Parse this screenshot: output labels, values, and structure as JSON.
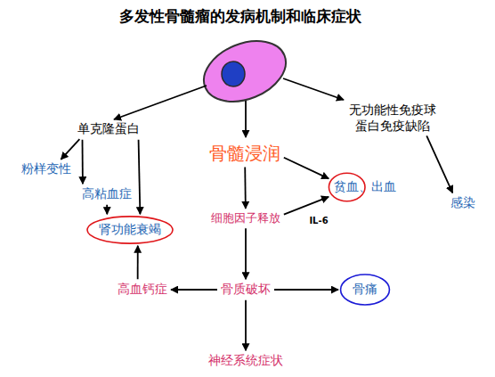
{
  "diagram": {
    "title": "多发性骨髓瘤的发病机制和临床症状",
    "nodes": [
      {
        "text": [
          "单克隆蛋白"
        ]
      },
      {
        "text": [
          "骨髓浸润"
        ]
      },
      {
        "text": [
          "无功能性免疫球 蛋白免疫缺陷"
        ]
      },
      {
        "text": [
          "粉样变性"
        ]
      },
      {
        "text": [
          "高粘血症"
        ]
      },
      {
        "text": [
          "肾功能衰竭"
        ]
      },
      {
        "text": [
          "贫血、出血"
        ]
      },
      {
        "text": [
          "感染"
        ]
      },
      {
        "text": [
          "细胞因子释放"
        ]
      },
      {
        "text": [
          "骨质破坏"
        ]
      },
      {
        "text": [
          "高血钙症"
        ]
      },
      {
        "text": [
          "骨痛"
        ]
      },
      {
        "text": [
          "神经系统症状"
        ]
      }
    ],
    "edges": [
      {
        "from": 0,
        "to": 3,
        "arrow": "to"
      },
      {
        "from": 0,
        "to": 4,
        "arrow": "to"
      },
      {
        "from": 0,
        "to": 5,
        "arrow": "to"
      },
      {
        "from": 4,
        "to": 5,
        "arrow": "to"
      },
      {
        "from": 1,
        "to": 8,
        "arrow": "to"
      },
      {
        "from": 1,
        "to": 6,
        "arrow": "to"
      },
      {
        "from": 8,
        "to": 6,
        "label": "IL-6",
        "arrow": "to"
      },
      {
        "from": 8,
        "to": 9,
        "arrow": "to"
      },
      {
        "from": 9,
        "to": 10,
        "arrow": "to"
      },
      {
        "from": 10,
        "to": 5,
        "arrow": "to"
      },
      {
        "from": 9,
        "to": 11,
        "arrow": "to"
      },
      {
        "from": 9,
        "to": 12,
        "arrow": "to"
      },
      {
        "from": 2,
        "to": 7,
        "arrow": "to"
      }
    ]
  }
}
